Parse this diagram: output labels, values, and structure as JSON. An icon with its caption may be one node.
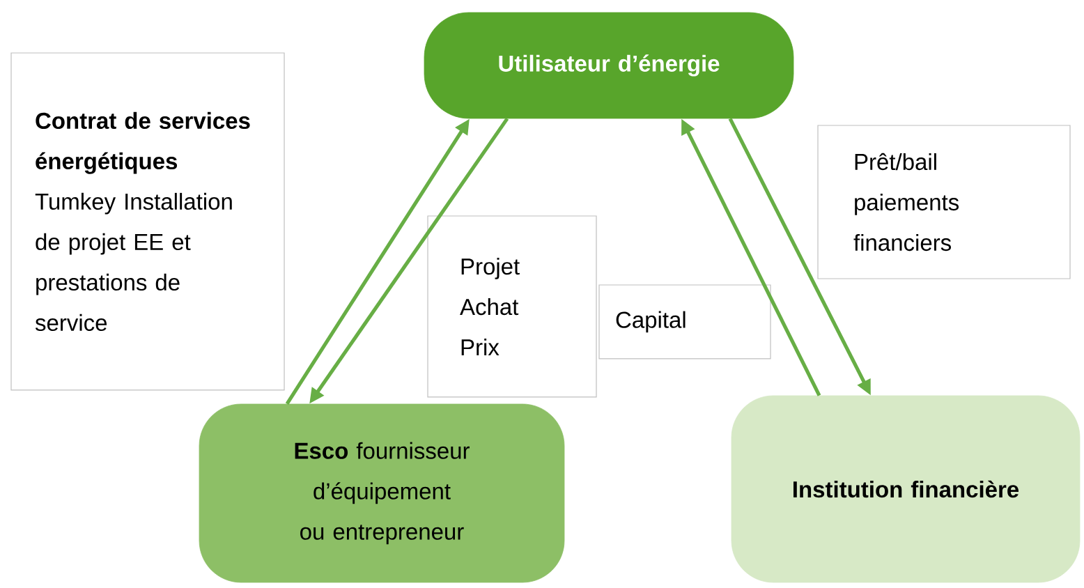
{
  "diagram": {
    "nodes": [
      {
        "text": [
          "Utilisateur d’énergie"
        ]
      },
      {
        "text": [
          "Contrat de services énergétiques",
          "Tumkey Installation de projet EE et prestations de service"
        ]
      },
      {
        "text": [
          "Projet Achat Prix"
        ]
      },
      {
        "text": [
          "Capital"
        ]
      },
      {
        "text": [
          "Prêt/bail paiements financiers"
        ]
      },
      {
        "text": [
          "**Esco** fournisseur d’équipement ou entrepreneur"
        ]
      },
      {
        "text": [
          "Institution financière"
        ]
      }
    ],
    "edges": [
      {
        "from": 5,
        "to": 0,
        "arrow": "to"
      },
      {
        "from": 0,
        "to": 5,
        "arrow": "to"
      },
      {
        "from": 6,
        "to": 0,
        "arrow": "to"
      },
      {
        "from": 0,
        "to": 6,
        "arrow": "to"
      }
    ]
  }
}
